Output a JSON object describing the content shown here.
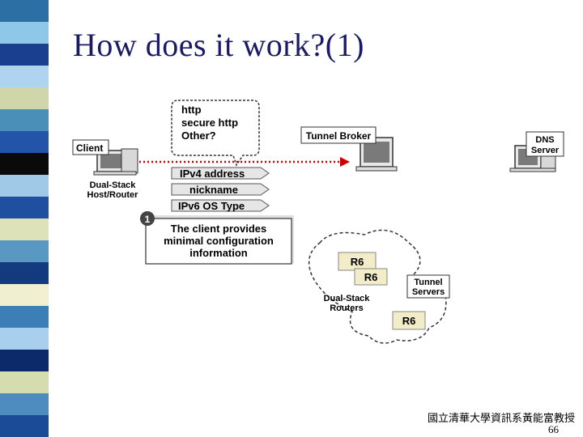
{
  "slide": {
    "title": "How does it work?(1)",
    "institution": "國立清華大學資訊系黃能富教授",
    "page_number": "66"
  },
  "stripes": [
    "#2b6fa4",
    "#8fc7e8",
    "#1a3f8e",
    "#aed4f0",
    "#cfd6a9",
    "#4a8fb8",
    "#2255aa",
    "#0a0a0a",
    "#9fc9e6",
    "#1f4f9f",
    "#dde2b8",
    "#5a98c4",
    "#133a7f",
    "#f0f0d0",
    "#3c7fb6",
    "#a8d0ee",
    "#0c2a6a",
    "#d5dcae",
    "#4e8cc0",
    "#1b4b97"
  ],
  "diagram": {
    "client": {
      "label": "Client",
      "sublabel_line1": "Dual-Stack",
      "sublabel_line2": "Host/Router"
    },
    "bubble": {
      "line1": "http",
      "line2": "secure http",
      "line3": "Other?"
    },
    "tunnel_broker": {
      "label": "Tunnel Broker"
    },
    "dns": {
      "line1": "DNS",
      "line2": "Server"
    },
    "fields": [
      "IPv4 address",
      "nickname",
      "IPv6 OS Type"
    ],
    "step": {
      "number": "1",
      "line1": "The client provides",
      "line2": "minimal configuration",
      "line3": "information"
    },
    "routers": [
      "R6",
      "R6",
      "R6"
    ],
    "tunnel_servers": {
      "line1": "Tunnel",
      "line2": "Servers"
    },
    "dual_stack_routers": {
      "line1": "Dual-Stack",
      "line2": "Routers"
    }
  }
}
